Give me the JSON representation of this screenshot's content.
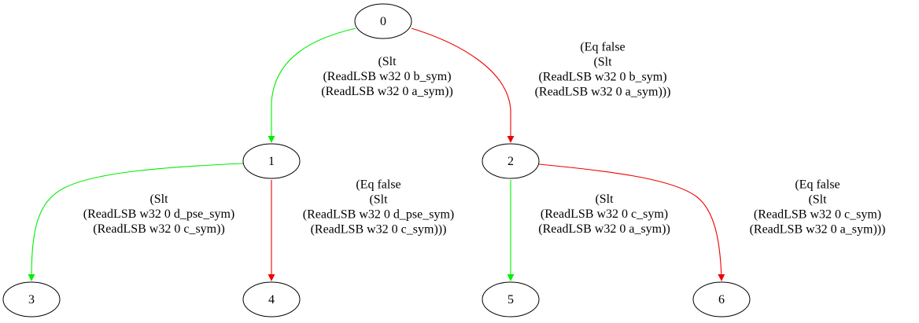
{
  "colors": {
    "true_branch": "#00ee00",
    "false_branch": "#ee0000"
  },
  "nodes": [
    {
      "id": "0",
      "label": "0"
    },
    {
      "id": "1",
      "label": "1"
    },
    {
      "id": "2",
      "label": "2"
    },
    {
      "id": "3",
      "label": "3"
    },
    {
      "id": "4",
      "label": "4"
    },
    {
      "id": "5",
      "label": "5"
    },
    {
      "id": "6",
      "label": "6"
    }
  ],
  "edges": [
    {
      "from": "0",
      "to": "1",
      "color": "green",
      "label": [
        "(Slt",
        "(ReadLSB w32 0 b_sym)",
        "(ReadLSB w32 0 a_sym))"
      ]
    },
    {
      "from": "0",
      "to": "2",
      "color": "red",
      "label": [
        "(Eq false",
        "(Slt",
        "(ReadLSB w32 0 b_sym)",
        "(ReadLSB w32 0 a_sym)))"
      ]
    },
    {
      "from": "1",
      "to": "3",
      "color": "green",
      "label": [
        "(Slt",
        "(ReadLSB w32 0 d_pse_sym)",
        "(ReadLSB w32 0 c_sym))"
      ]
    },
    {
      "from": "1",
      "to": "4",
      "color": "red",
      "label": [
        "(Eq false",
        "(Slt",
        "(ReadLSB w32 0 d_pse_sym)",
        "(ReadLSB w32 0 c_sym)))"
      ]
    },
    {
      "from": "2",
      "to": "5",
      "color": "green",
      "label": [
        "(Slt",
        "(ReadLSB w32 0 c_sym)",
        "(ReadLSB w32 0 a_sym))"
      ]
    },
    {
      "from": "2",
      "to": "6",
      "color": "red",
      "label": [
        "(Eq false",
        "(Slt",
        "(ReadLSB w32 0 c_sym)",
        "(ReadLSB w32 0 a_sym)))"
      ]
    }
  ]
}
